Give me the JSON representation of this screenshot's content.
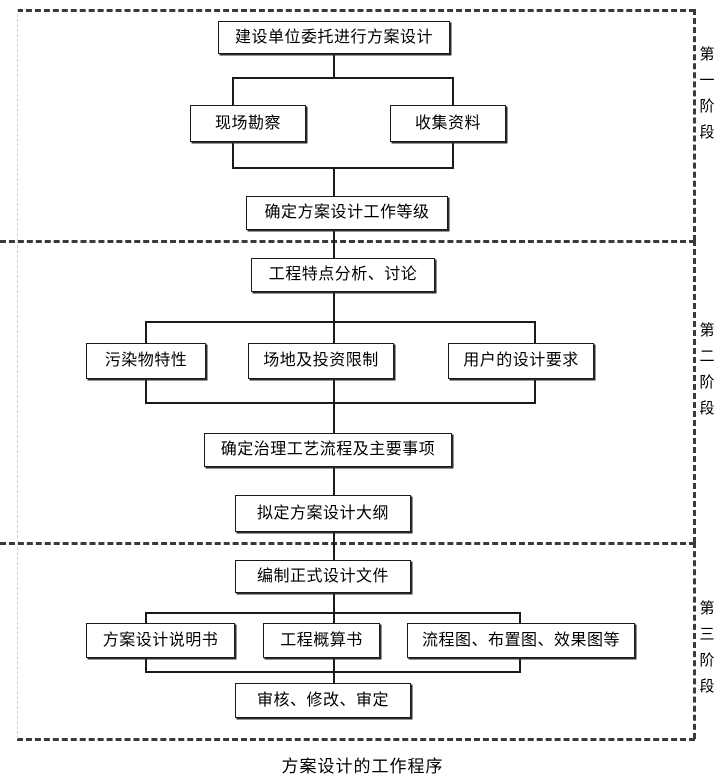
{
  "figure": {
    "caption": "方案设计的工作程序"
  },
  "stages": [
    {
      "id": "stage-1",
      "chars": [
        "第",
        "一",
        "阶",
        "段"
      ]
    },
    {
      "id": "stage-2",
      "chars": [
        "第",
        "二",
        "阶",
        "段"
      ]
    },
    {
      "id": "stage-3",
      "chars": [
        "第",
        "三",
        "阶",
        "段"
      ]
    }
  ],
  "nodes": {
    "n1": {
      "label": "建设单位委托进行方案设计"
    },
    "n2": {
      "label": "现场勘察"
    },
    "n3": {
      "label": "收集资料"
    },
    "n4": {
      "label": "确定方案设计工作等级"
    },
    "n5": {
      "label": "工程特点分析、讨论"
    },
    "n6": {
      "label": "污染物特性"
    },
    "n7": {
      "label": "场地及投资限制"
    },
    "n8": {
      "label": "用户的设计要求"
    },
    "n9": {
      "label": "确定治理工艺流程及主要事项"
    },
    "n10": {
      "label": "拟定方案设计大纲"
    },
    "n11": {
      "label": "编制正式设计文件"
    },
    "n12": {
      "label": "方案设计说明书"
    },
    "n13": {
      "label": "工程概算书"
    },
    "n14": {
      "label": "流程图、布置图、效果图等"
    },
    "n15": {
      "label": "审核、修改、审定"
    }
  },
  "colors": {
    "line": "#1a1a1a",
    "dashed": "#3a3a3a",
    "background": "#ffffff",
    "text": "#000000"
  }
}
